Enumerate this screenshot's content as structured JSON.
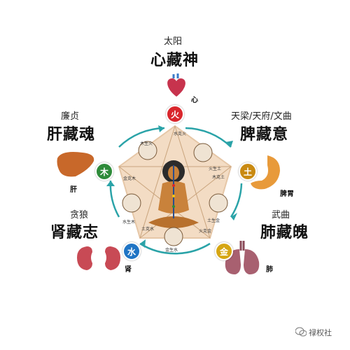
{
  "top": {
    "subtitle": "太阳",
    "title": "心藏神",
    "organ": "心",
    "element": "火"
  },
  "left_upper": {
    "subtitle": "廉贞",
    "title": "肝藏魂",
    "organ": "肝",
    "element": "木"
  },
  "right_upper": {
    "subtitle": "天梁/天府/文曲",
    "title": "脾藏意",
    "organ": "脾胃",
    "element": "土"
  },
  "left_lower": {
    "subtitle": "贪狼",
    "title": "肾藏志",
    "organ": "肾",
    "element": "水"
  },
  "right_lower": {
    "subtitle": "武曲",
    "title": "肺藏魄",
    "organ": "肺",
    "element": "金"
  },
  "cycle_labels": {
    "wood_fire": "木生火",
    "fire_earth": "火生土",
    "earth_metal": "土生金",
    "metal_water": "金生水",
    "water_wood": "水生木",
    "water_fire": "水克火",
    "wood_earth": "木克土",
    "fire_metal": "火克金",
    "earth_water": "土克水",
    "metal_wood": "金克木"
  },
  "watermark": "禄权社",
  "colors": {
    "fire": "#d9262c",
    "wood": "#2e8b3a",
    "earth": "#c98a12",
    "metal": "#d6a613",
    "water": "#1f74c4",
    "arrow": "#2aa3a8",
    "pentagon": "#f1d9c0"
  }
}
